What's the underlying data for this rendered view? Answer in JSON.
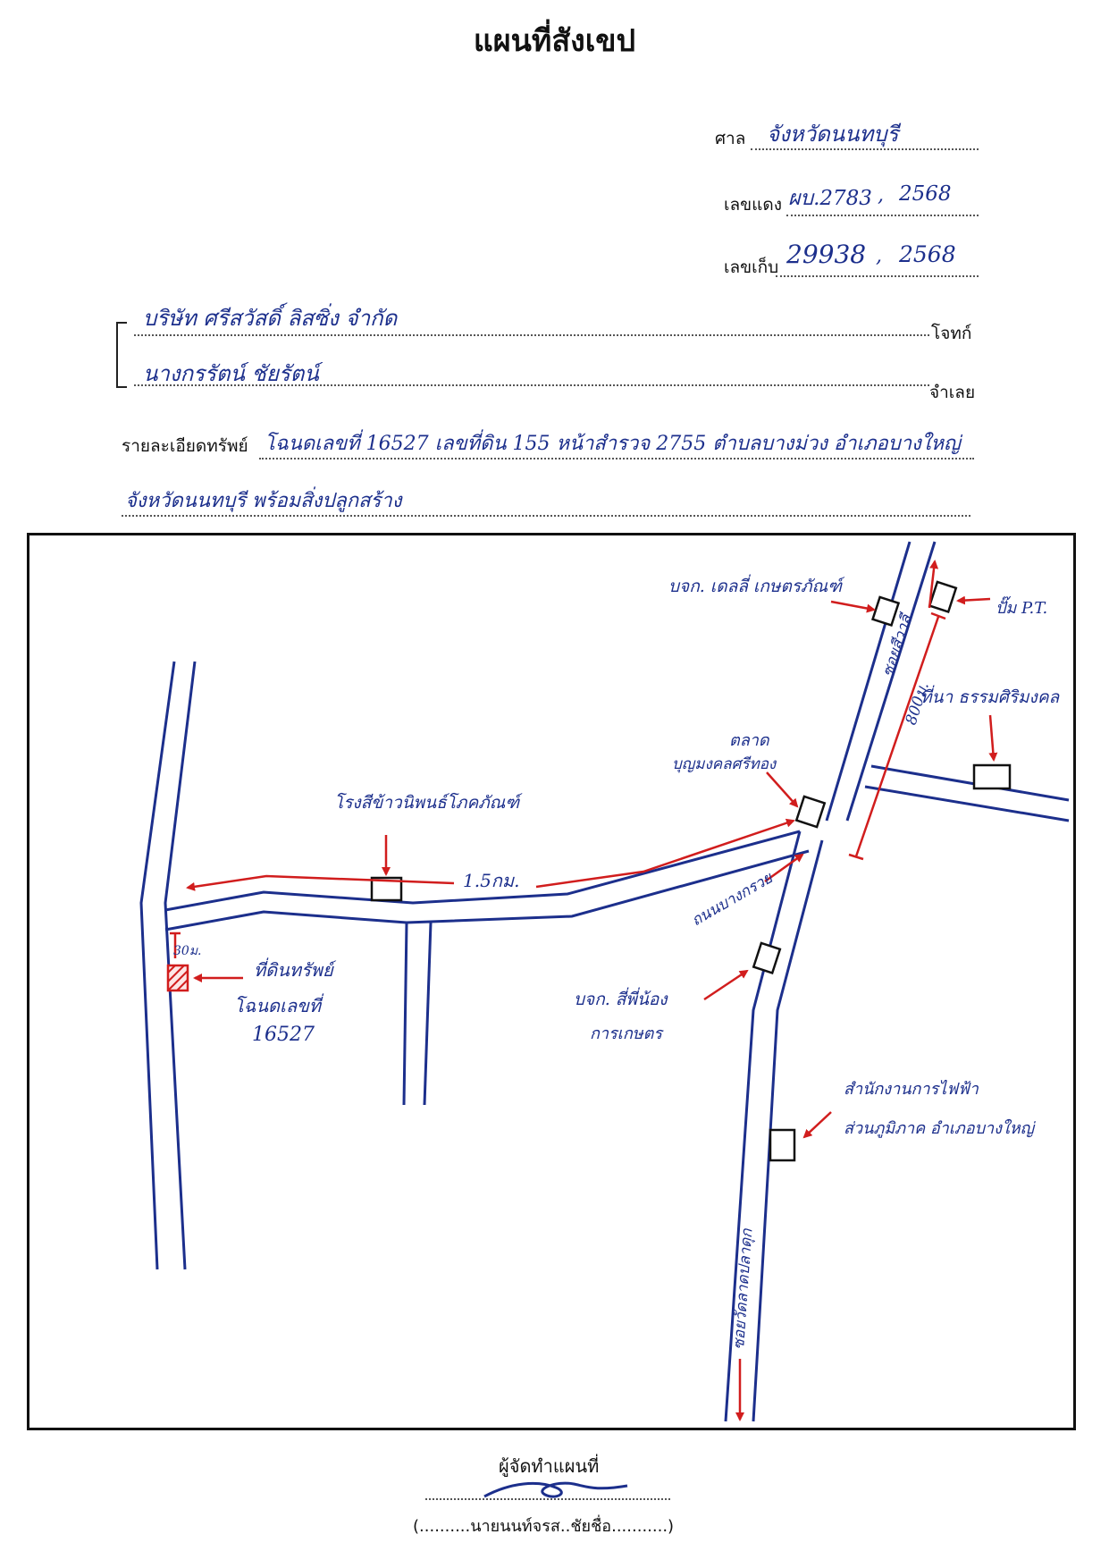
{
  "title": "แผนที่สังเขป",
  "header": {
    "court_label": "ศาล",
    "court_value": "จังหวัดนนทบุรี",
    "red_no_label": "เลขแดง",
    "red_no_value": "ผบ.2783",
    "red_no_year": "2568",
    "keep_no_label": "เลขเก็บ",
    "keep_no_value": "29938",
    "keep_no_year": "2568"
  },
  "parties": {
    "plaintiff_value": "บริษัท ศรีสวัสดิ์ ลิสซิ่ง จำกัด",
    "plaintiff_label": "โจทก์",
    "defendant_value": "นางกรรัตน์ ชัยรัตน์",
    "defendant_label": "จำเลย"
  },
  "property": {
    "label": "รายละเอียดทรัพย์",
    "line1": "โฉนดเลขที่ 16527 เลขที่ดิน 155 หน้าสำรวจ 2755 ตำบลบางม่วง อำเภอบางใหญ่",
    "line2": "จังหวัดนนทบุรี พร้อมสิ่งปลูกสร้าง"
  },
  "map": {
    "lbl_top_shop": "บจก. เดลลี่ เกษตรภัณฑ์",
    "lbl_pt": "ปั๊ม P.T.",
    "lbl_soi_top": "ซอยสีวาลี",
    "lbl_temple": "ที่นา ธรรมศิริมงคล",
    "lbl_dist_800": "800ม.",
    "lbl_market": "ตลาด บุญมงคลศรีทอง",
    "lbl_mill": "โรงสีข้าวนิพนธ์โภคภัณฑ์",
    "lbl_1_5km": "1.5กม.",
    "lbl_dist_30": "30ม.",
    "lbl_property": "ที่ดินทรัพย์",
    "lbl_deed": "โฉนดเลขที่",
    "lbl_deed_no": "16527",
    "lbl_road": "ถนนบางกรวย",
    "lbl_shop_mid_1": "บจก. สี่พี่น้อง",
    "lbl_shop_mid_2": "การเกษตร",
    "lbl_elec_1": "สำนักงานการไฟฟ้า",
    "lbl_elec_2": "ส่วนภูมิภาค อำเภอบางใหญ่",
    "lbl_soi_bottom": "ซอยวัดลาดปลาดุก"
  },
  "footer": {
    "maker_label": "ผู้จัดทำแผนที่",
    "maker_name": "(..........นายนนท์จรส..ชัยชื่อ...........)"
  },
  "colors": {
    "ink": "#1c2f8c",
    "arrow": "#d11d1d",
    "frame": "#111111"
  }
}
